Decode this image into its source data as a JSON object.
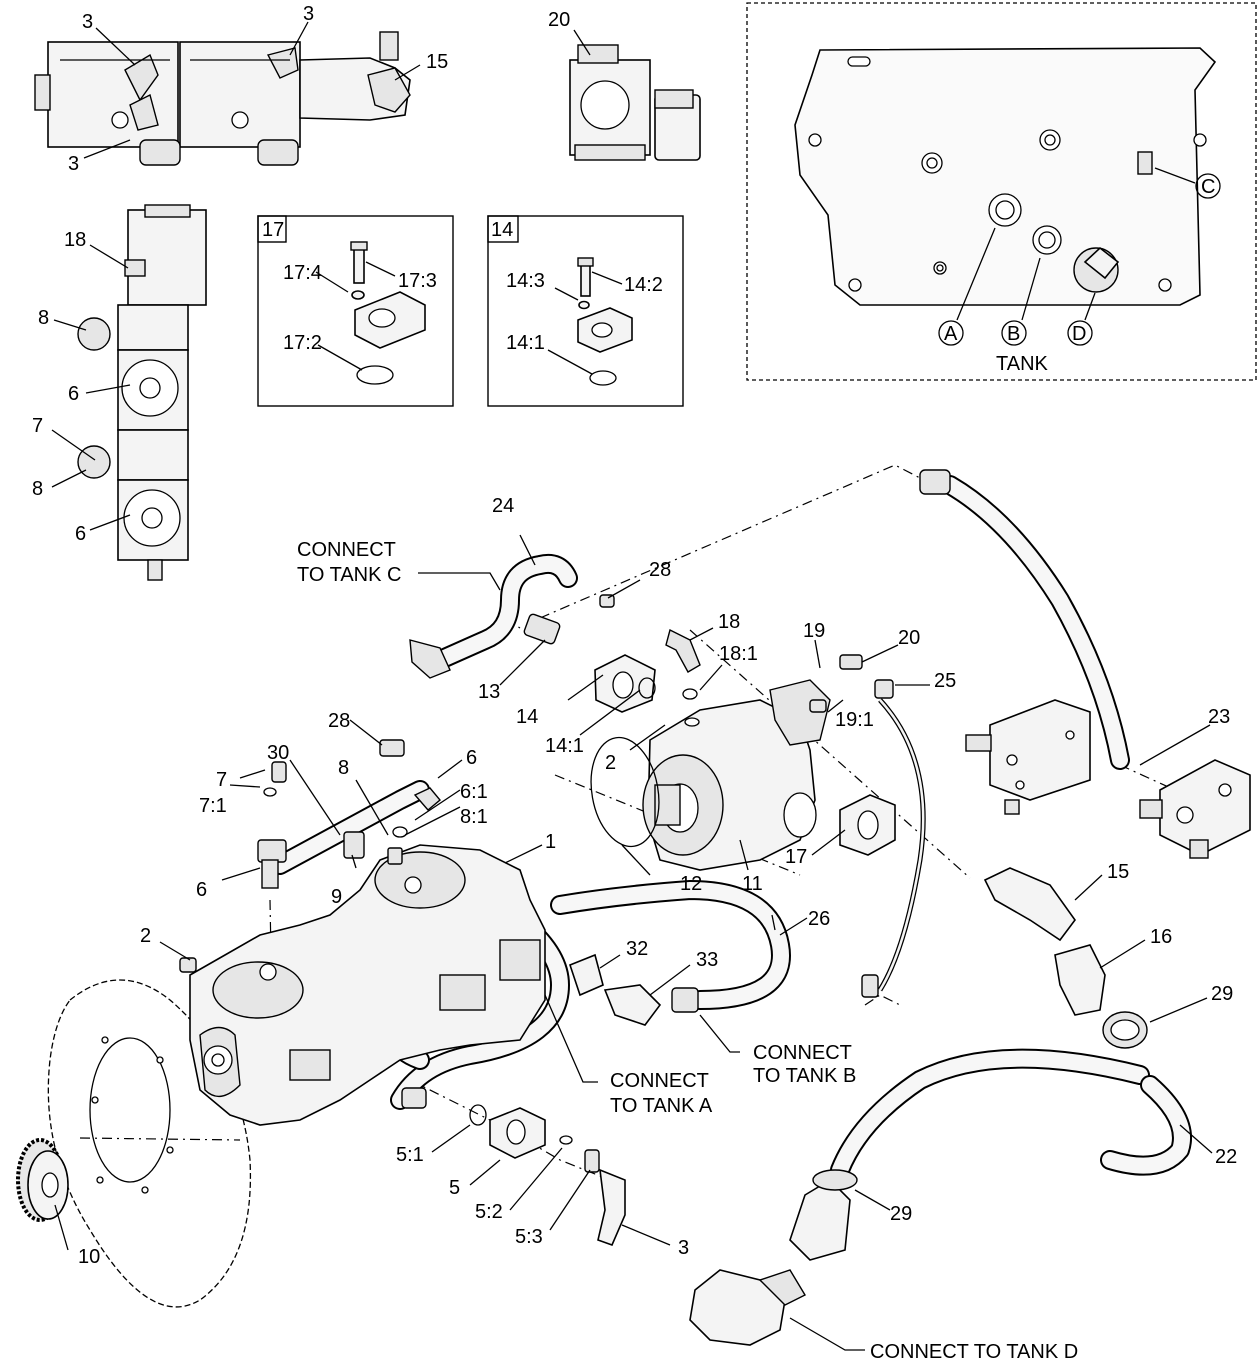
{
  "callouts": {
    "c1": "1",
    "c2a": "2",
    "c2b": "2",
    "c3a": "3",
    "c3b": "3",
    "c3c": "3",
    "c3d": "3",
    "c5": "5",
    "c5_1": "5:1",
    "c5_2": "5:2",
    "c5_3": "5:3",
    "c6a": "6",
    "c6b": "6",
    "c6c": "6",
    "c6d": "6",
    "c6_1": "6:1",
    "c7a": "7",
    "c7b": "7",
    "c7_1": "7:1",
    "c8a": "8",
    "c8b": "8",
    "c8c": "8",
    "c8_1": "8:1",
    "c9": "9",
    "c10": "10",
    "c11": "11",
    "c12": "12",
    "c13": "13",
    "c14": "14",
    "c14_1": "14:1",
    "c15a": "15",
    "c15b": "15",
    "c16": "16",
    "c17": "17",
    "c18a": "18",
    "c18b": "18",
    "c18_1": "18:1",
    "c19": "19",
    "c19_1": "19:1",
    "c20a": "20",
    "c20b": "20",
    "c22": "22",
    "c23": "23",
    "c24": "24",
    "c25": "25",
    "c26": "26",
    "c28a": "28",
    "c28b": "28",
    "c29a": "29",
    "c29b": "29",
    "c30": "30",
    "c32": "32",
    "c33": "33"
  },
  "detail17": {
    "tag": "17",
    "l1": "17:4",
    "l2": "17:3",
    "l3": "17:2"
  },
  "detail14": {
    "tag": "14",
    "l1": "14:3",
    "l2": "14:2",
    "l3": "14:1"
  },
  "tank": {
    "title": "TANK",
    "port_a": "A",
    "port_b": "B",
    "port_c": "C",
    "port_d": "D"
  },
  "notes": {
    "tank_c_line1": "CONNECT",
    "tank_c_line2": "TO TANK C",
    "tank_a_line1": "CONNECT",
    "tank_a_line2": "TO TANK A",
    "tank_b_line1": "CONNECT",
    "tank_b_line2": "TO TANK B",
    "tank_d": "CONNECT TO TANK D"
  }
}
